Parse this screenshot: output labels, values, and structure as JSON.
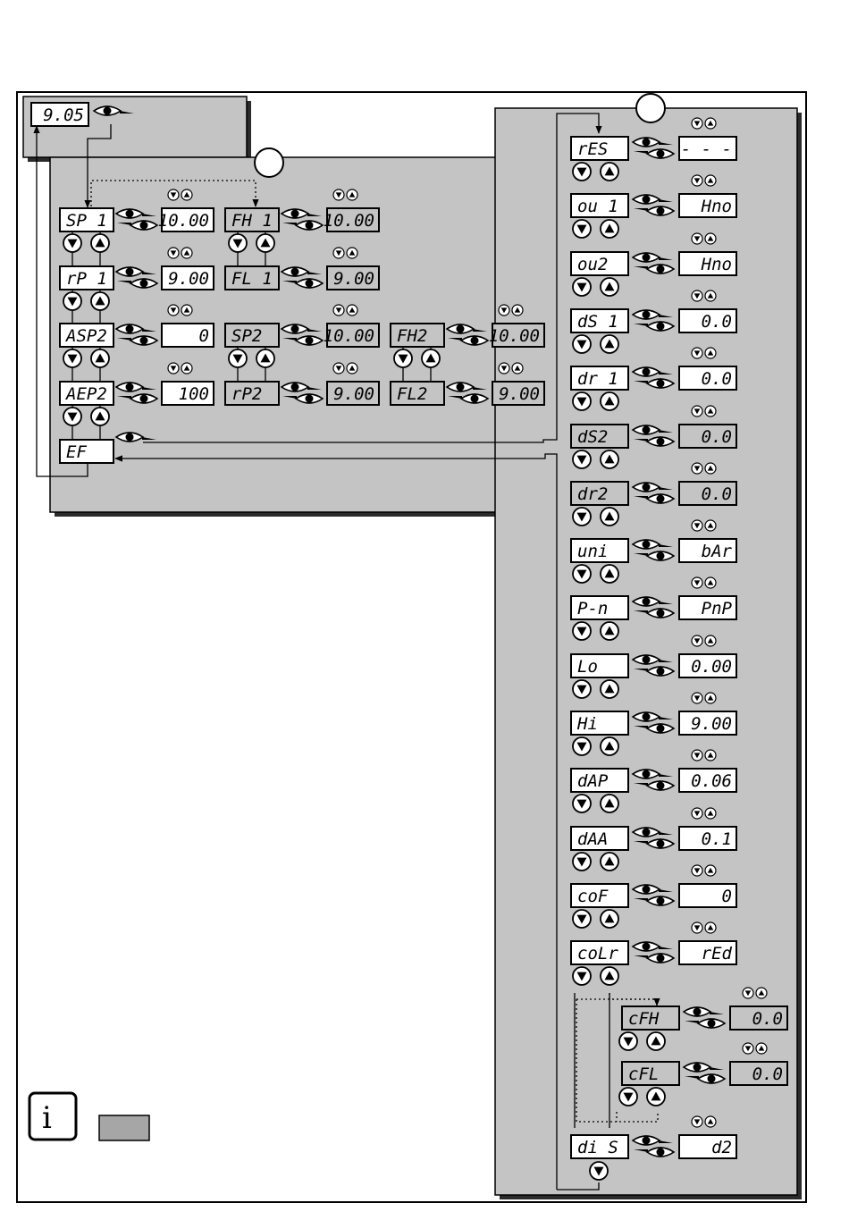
{
  "colors": {
    "panel": "#c4c4c4",
    "shadow": "#2b2b2b",
    "legend_swatch": "#a6a6a6",
    "line": "#000000"
  },
  "icons": {
    "enter": "set-button-icon",
    "down": "down-button-icon",
    "up": "up-button-icon",
    "info": "info-icon"
  },
  "top": {
    "display": "9.05"
  },
  "left_menu": [
    {
      "id": "sp1",
      "label": "SP 1",
      "value": "10.00",
      "shaded": false
    },
    {
      "id": "rp1",
      "label": "rP 1",
      "value": "9.00",
      "shaded": false
    },
    {
      "id": "asp2",
      "label": "ASP2",
      "value": "0",
      "shaded": false
    },
    {
      "id": "aep2",
      "label": "AEP2",
      "value": "100",
      "shaded": false
    },
    {
      "id": "fh1",
      "label": "FH 1",
      "value": "10.00",
      "shaded": true
    },
    {
      "id": "fl1",
      "label": "FL 1",
      "value": "9.00",
      "shaded": true
    },
    {
      "id": "sp2",
      "label": "SP2",
      "value": "10.00",
      "shaded": true
    },
    {
      "id": "rp2",
      "label": "rP2",
      "value": "9.00",
      "shaded": true
    },
    {
      "id": "fh2",
      "label": "FH2",
      "value": "10.00",
      "shaded": true
    },
    {
      "id": "fl2",
      "label": "FL2",
      "value": "9.00",
      "shaded": true
    },
    {
      "id": "ef",
      "label": "EF",
      "value": "",
      "shaded": false
    }
  ],
  "right_menu": [
    {
      "id": "res",
      "label": "rES",
      "value": "- - -",
      "shaded": false
    },
    {
      "id": "ou1",
      "label": "ou 1",
      "value": "Hno",
      "shaded": false
    },
    {
      "id": "ou2",
      "label": "ou2",
      "value": "Hno",
      "shaded": false
    },
    {
      "id": "ds1",
      "label": "dS 1",
      "value": "0.0",
      "shaded": false
    },
    {
      "id": "dr1",
      "label": "dr 1",
      "value": "0.0",
      "shaded": false
    },
    {
      "id": "ds2",
      "label": "dS2",
      "value": "0.0",
      "shaded": true
    },
    {
      "id": "dr2",
      "label": "dr2",
      "value": "0.0",
      "shaded": true
    },
    {
      "id": "uni",
      "label": "uni",
      "value": "bAr",
      "shaded": false
    },
    {
      "id": "pn",
      "label": "P-n",
      "value": "PnP",
      "shaded": false
    },
    {
      "id": "lo",
      "label": "Lo",
      "value": "0.00",
      "shaded": false
    },
    {
      "id": "hi",
      "label": "Hi",
      "value": "9.00",
      "shaded": false
    },
    {
      "id": "dap",
      "label": "dAP",
      "value": "0.06",
      "shaded": false
    },
    {
      "id": "daa",
      "label": "dAA",
      "value": "0.1",
      "shaded": false
    },
    {
      "id": "cof",
      "label": "coF",
      "value": "0",
      "shaded": false
    },
    {
      "id": "colr",
      "label": "coLr",
      "value": "rEd",
      "shaded": false
    },
    {
      "id": "cfh",
      "label": "cFH",
      "value": "0.0",
      "shaded": true
    },
    {
      "id": "cfl",
      "label": "cFL",
      "value": "0.0",
      "shaded": true
    },
    {
      "id": "dis",
      "label": "di S",
      "value": "d2",
      "shaded": false
    }
  ]
}
